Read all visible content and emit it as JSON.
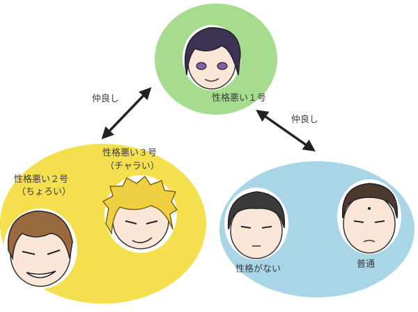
{
  "labels": {
    "char1": "性格悪い１号",
    "char2_line1": "性格悪い２号",
    "char2_line2": "（ちょろい）",
    "char3_line1": "性格悪い３号",
    "char3_line2": "（チャラい）",
    "char4": "性格がない",
    "char5": "普通",
    "rel_left": "仲良し",
    "rel_right": "仲良し"
  },
  "colors": {
    "green": "#a6dc8e",
    "yellow": "#f4e04e",
    "blue": "#a8d6e6",
    "arrow": "#222222",
    "text": "#3a3a3a"
  }
}
